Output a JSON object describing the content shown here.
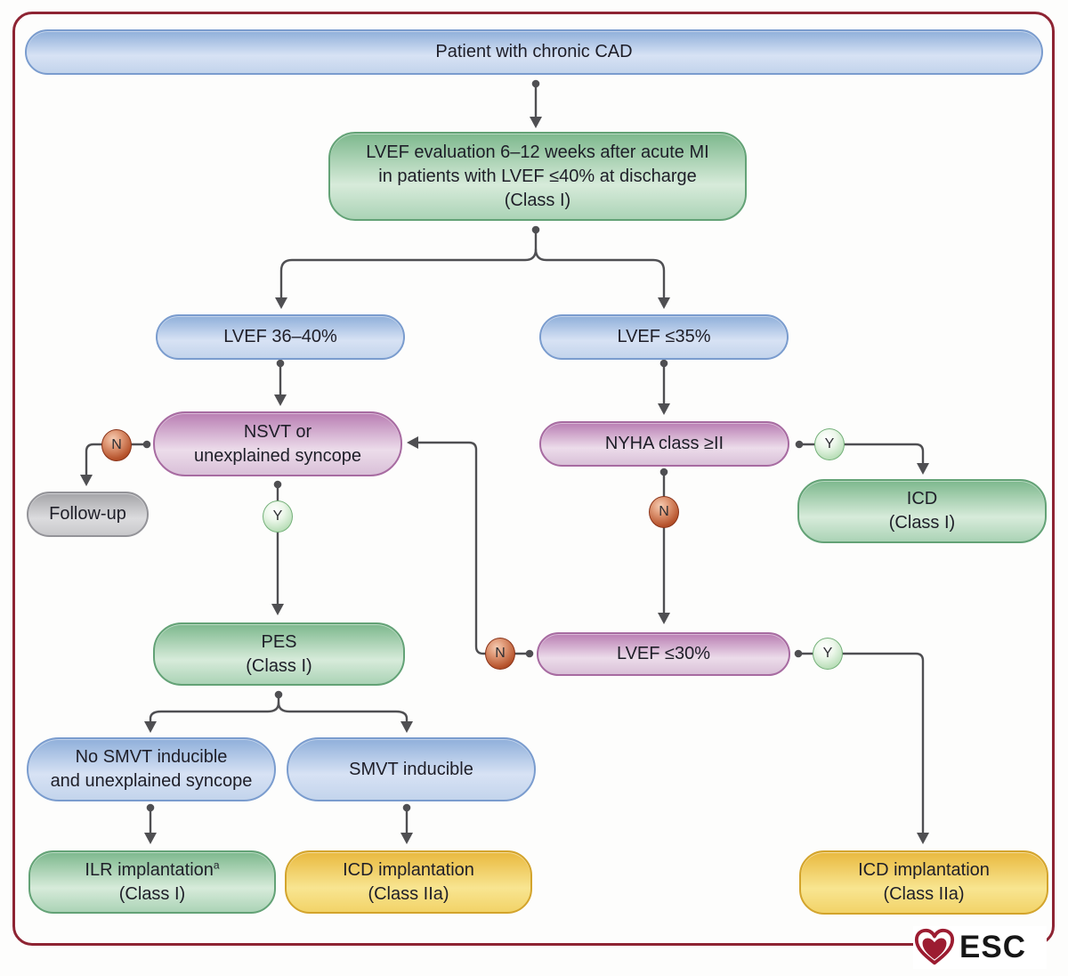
{
  "nodes": {
    "patient": {
      "label": "Patient with chronic CAD"
    },
    "lvef_eval": {
      "line1": "LVEF evaluation 6–12 weeks after acute MI",
      "line2": "in patients with LVEF ≤40% at discharge",
      "line3": "(Class I)"
    },
    "lvef_36_40": {
      "label": "LVEF 36–40%"
    },
    "lvef_le35": {
      "label": "LVEF ≤35%"
    },
    "nsvt": {
      "line1": "NSVT or",
      "line2": "unexplained syncope"
    },
    "nyha": {
      "label": "NYHA class ≥II"
    },
    "follow_up": {
      "label": "Follow-up"
    },
    "icd_class1": {
      "line1": "ICD",
      "line2": "(Class I)"
    },
    "pes": {
      "line1": "PES",
      "line2": "(Class I)"
    },
    "lvef_le30": {
      "label": "LVEF ≤30%"
    },
    "no_smvt": {
      "line1": "No SMVT inducible",
      "line2": "and unexplained syncope"
    },
    "smvt": {
      "label": "SMVT inducible"
    },
    "ilr": {
      "line1": "ILR implantation",
      "line1_sup": "a",
      "line2": "(Class I)"
    },
    "icd_iia_left": {
      "line1": "ICD implantation",
      "line2": "(Class IIa)"
    },
    "icd_iia_right": {
      "line1": "ICD implantation",
      "line2": "(Class IIa)"
    }
  },
  "decisions": {
    "yes": "Y",
    "no": "N"
  },
  "logo": {
    "text": "ESC"
  },
  "colors": {
    "frame": "#8e2433",
    "connector": "#4f4f52",
    "blue_node": "#8fafda",
    "green_node": "#7db88d",
    "purple_node": "#b97eb3",
    "yellow_node": "#e9b93f",
    "gray_node": "#a4a4a8",
    "no_badge": "#b6532c",
    "yes_badge": "#93c996"
  }
}
